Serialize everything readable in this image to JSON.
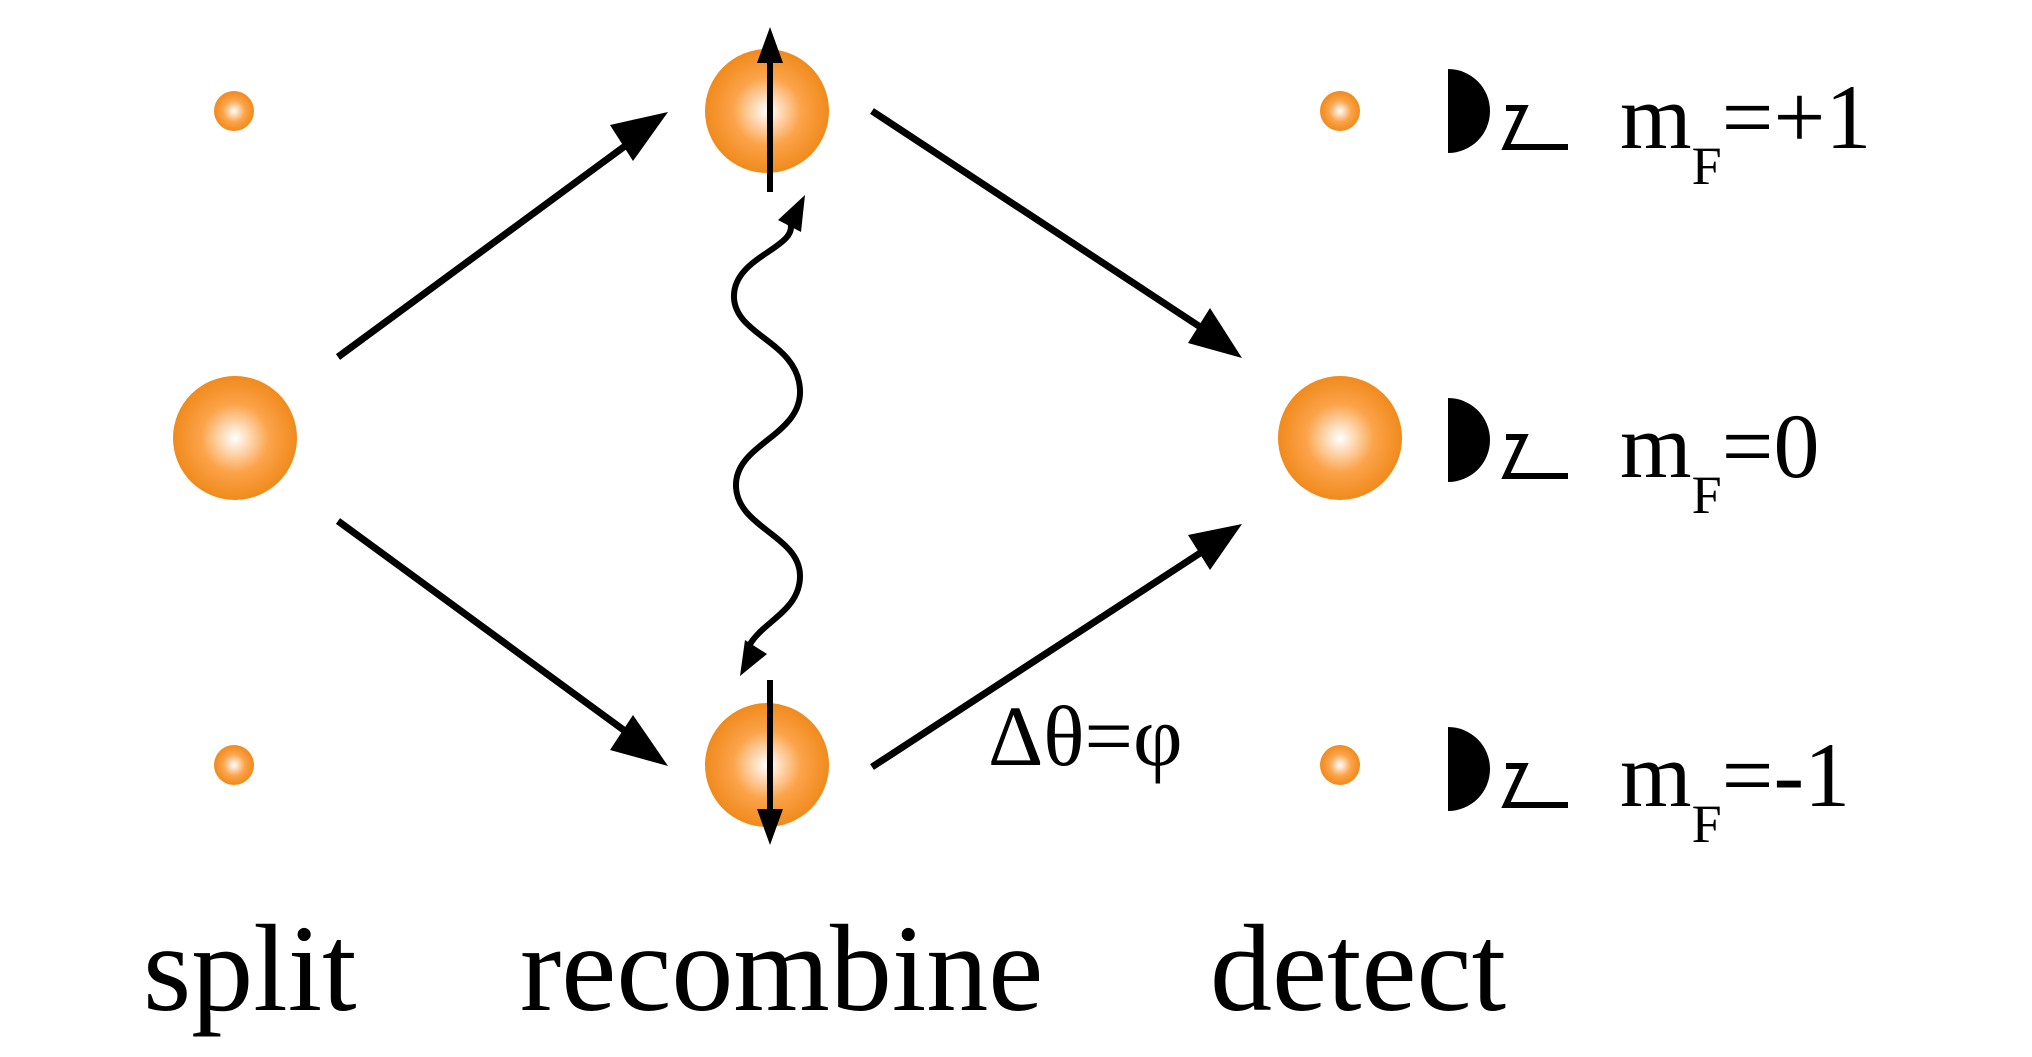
{
  "stages": {
    "split": "split",
    "recombine": "recombine",
    "detect": "detect"
  },
  "phase_label": "Δθ=φ",
  "detector_states": [
    {
      "base": "m",
      "sub": "F",
      "value": "=+1"
    },
    {
      "base": "m",
      "sub": "F",
      "value": "=0"
    },
    {
      "base": "m",
      "sub": "F",
      "value": "=-1"
    }
  ],
  "colors": {
    "sphere_core": "#ffffff",
    "sphere_mid": "#fca34a",
    "sphere_edge": "#f08a1c",
    "line": "#000000"
  },
  "icons": [
    "atom-cloud",
    "spin-up-arrow",
    "spin-down-arrow",
    "entangling-wavy-arrow",
    "detector-icon"
  ]
}
